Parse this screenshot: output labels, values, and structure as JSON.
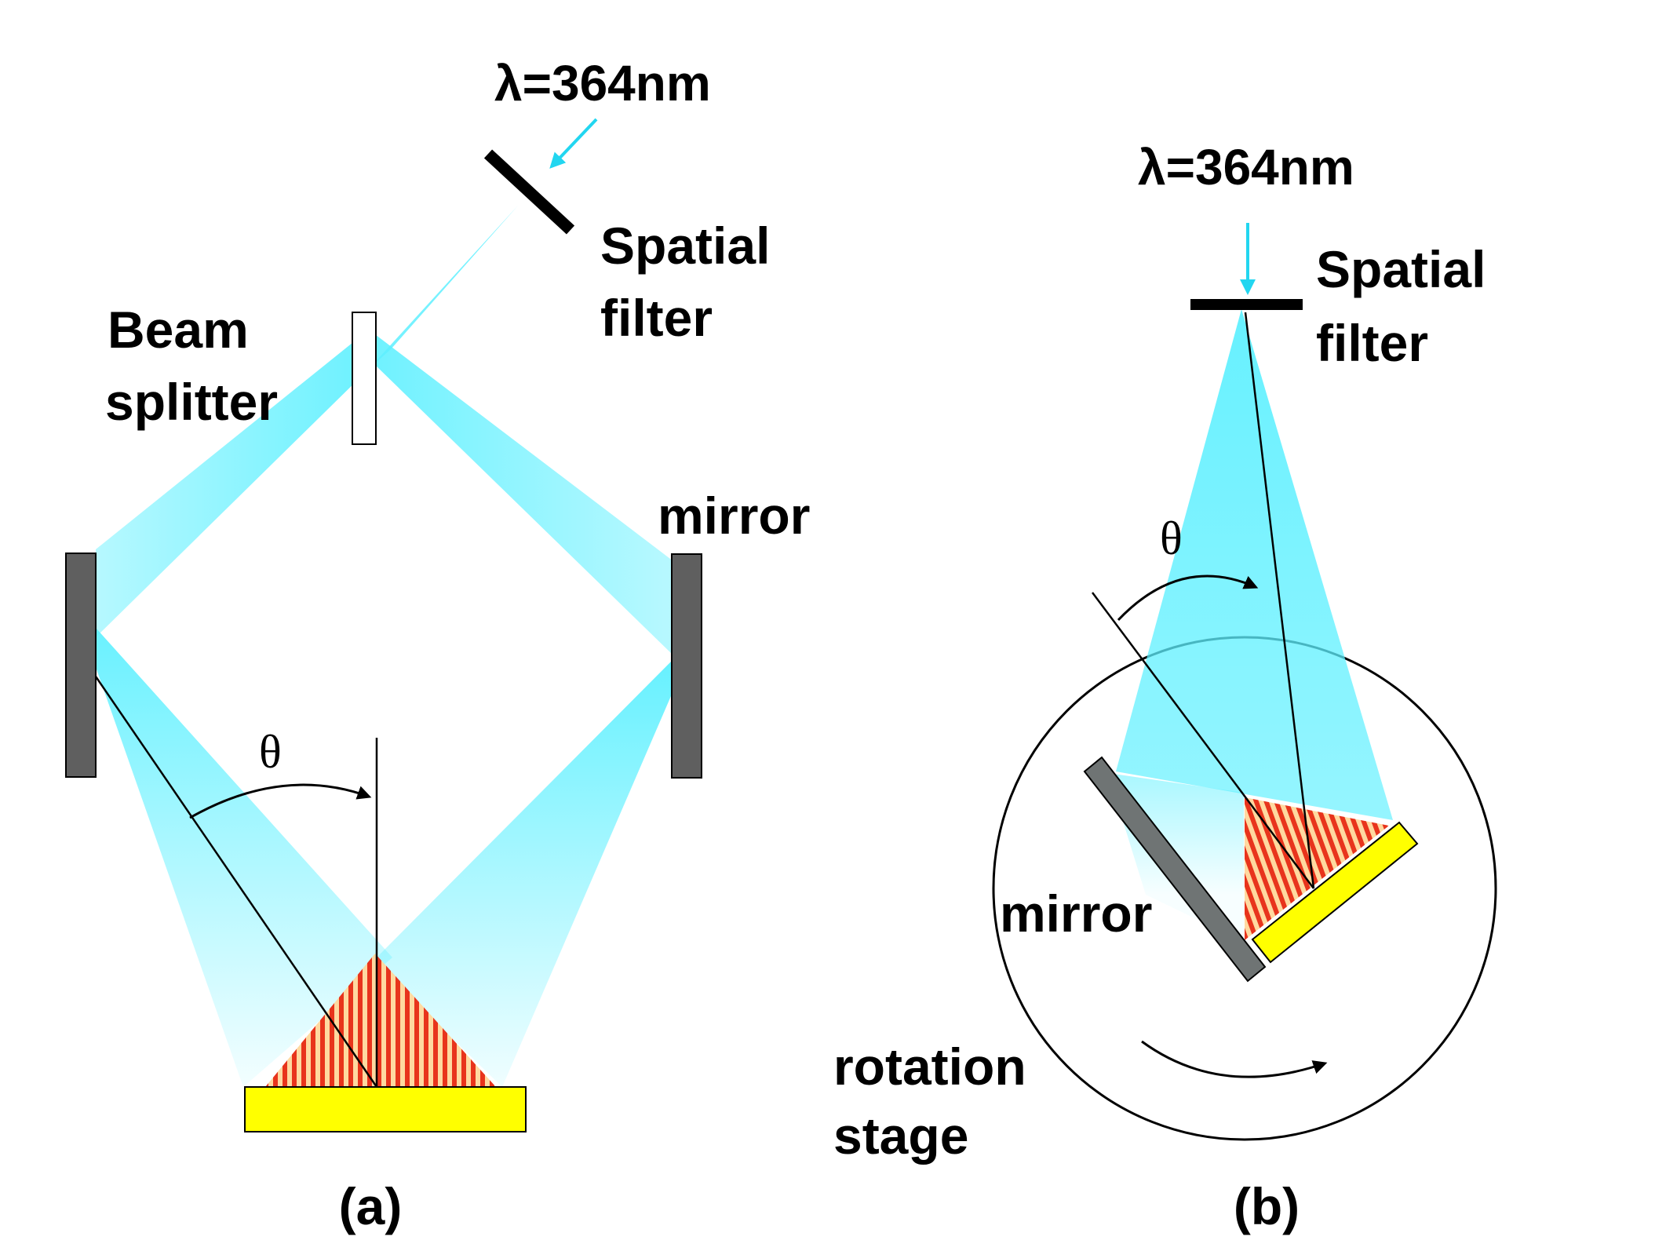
{
  "panel_a": {
    "wavelength_label": "λ=364nm",
    "spatial_filter_label_line1": "Spatial",
    "spatial_filter_label_line2": "filter",
    "beam_splitter_label_line1": "Beam",
    "beam_splitter_label_line2": "splitter",
    "mirror_label": "mirror",
    "angle_label": "θ",
    "caption": "(a)"
  },
  "panel_b": {
    "wavelength_label": "λ=364nm",
    "spatial_filter_label_line1": "Spatial",
    "spatial_filter_label_line2": "filter",
    "angle_label": "θ",
    "mirror_label": "mirror",
    "rotation_stage_label_line1": "rotation",
    "rotation_stage_label_line2": "stage",
    "caption": "(b)"
  },
  "colors": {
    "laser_beam": "#5ef0ff",
    "arrow_cyan": "#22d6f0",
    "substrate": "#ffff00",
    "mirror": "#5f5f5f",
    "fringe_red": "#e8341c",
    "fringe_light": "#ffd9a0"
  }
}
